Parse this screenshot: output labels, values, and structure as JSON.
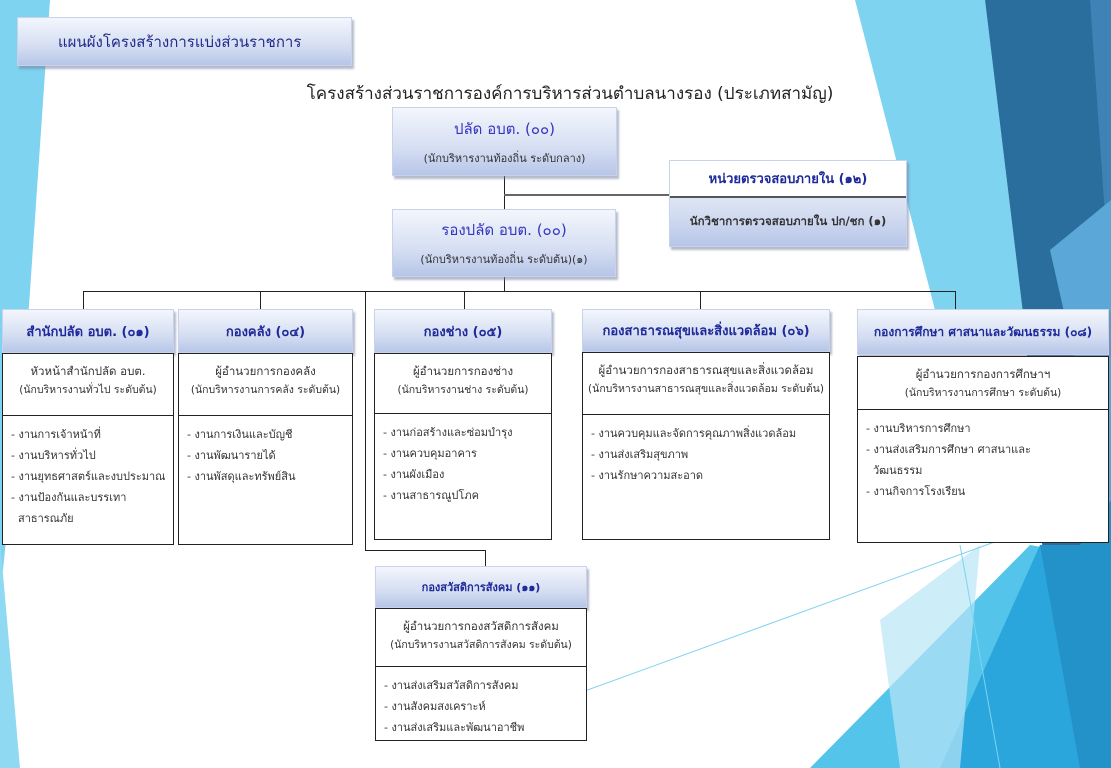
{
  "slide_title": "แผนผังโครงสร้างการแบ่งส่วนราชการ",
  "main_title": "โครงสร้างส่วนราชการองค์การบริหารส่วนตำบลนางรอง (ประเภทสามัญ)",
  "colors": {
    "header_text": "#1f2a9a",
    "accent_light_blue": "#7dd3f0",
    "dark_blue": "#2a6e9e"
  },
  "palad": {
    "title": "ปลัด อบต. (๐๐)",
    "subtitle": "(นักบริหารงานท้องถิ่น ระดับกลาง)"
  },
  "rong_palad": {
    "title": "รองปลัด อบต. (๐๐)",
    "subtitle": "(นักบริหารงานท้องถิ่น ระดับต้น)(๑)"
  },
  "audit": {
    "title": "หน่วยตรวจสอบภายใน (๑๒)",
    "position": "นักวิชาการตรวจสอบภายใน ปก/ชก (๑)"
  },
  "departments": [
    {
      "name": "สำนักปลัด อบต. (๐๑)",
      "head": "หัวหน้าสำนักปลัด อบต.",
      "head_sub": "(นักบริหารงานทั่วไป ระดับต้น)",
      "tasks": [
        "- งานการเจ้าหน้าที่",
        "- งานบริหารทั่วไป",
        "- งานยุทธศาสตร์และงบประมาณ",
        "- งานป้องกันและบรรเทา",
        "  สาธารณภัย"
      ]
    },
    {
      "name": "กองคลัง (๐๔)",
      "head": "ผู้อำนวยการกองคลัง",
      "head_sub": "(นักบริหารงานการคลัง ระดับต้น)",
      "tasks": [
        "- งานการเงินและบัญชี",
        "- งานพัฒนารายได้",
        "- งานพัสดุและทรัพย์สิน"
      ]
    },
    {
      "name": "กองช่าง (๐๕)",
      "head": "ผู้อำนวยการกองช่าง",
      "head_sub": "(นักบริหารงานช่าง ระดับต้น)",
      "tasks": [
        "- งานก่อสร้างและซ่อมบำรุง",
        "- งานควบคุมอาคาร",
        "- งานผังเมือง",
        "- งานสาธารณูปโภค"
      ]
    },
    {
      "name": "กองสาธารณสุขและสิ่งแวดล้อม (๐๖)",
      "head": "ผู้อำนวยการกองสาธารณสุขและสิ่งแวดล้อม",
      "head_sub": "(นักบริหารงานสาธารณสุขและสิ่งแวดล้อม ระดับต้น)",
      "tasks": [
        "- งานควบคุมและจัดการคุณภาพสิ่งแวดล้อม",
        "- งานส่งเสริมสุขภาพ",
        "- งานรักษาความสะอาด"
      ]
    },
    {
      "name": "กองการศึกษา ศาสนาและวัฒนธรรม (๐๘)",
      "head": "ผู้อำนวยการกองการศึกษาฯ",
      "head_sub": "(นักบริหารงานการศึกษา ระดับต้น)",
      "tasks": [
        "- งานบริหารการศึกษา",
        "- งานส่งเสริมการศึกษา ศาสนาและ",
        "  วัฒนธรรม",
        "- งานกิจการโรงเรียน"
      ]
    },
    {
      "name": "กองสวัสดิการสังคม (๑๑)",
      "head": "ผู้อำนวยการกองสวัสดิการสังคม",
      "head_sub": "(นักบริหารงานสวัสดิการสังคม ระดับต้น)",
      "tasks": [
        "- งานส่งเสริมสวัสดิการสังคม",
        "- งานสังคมสงเคราะห์",
        "- งานส่งเสริมและพัฒนาอาชีพ"
      ]
    }
  ]
}
